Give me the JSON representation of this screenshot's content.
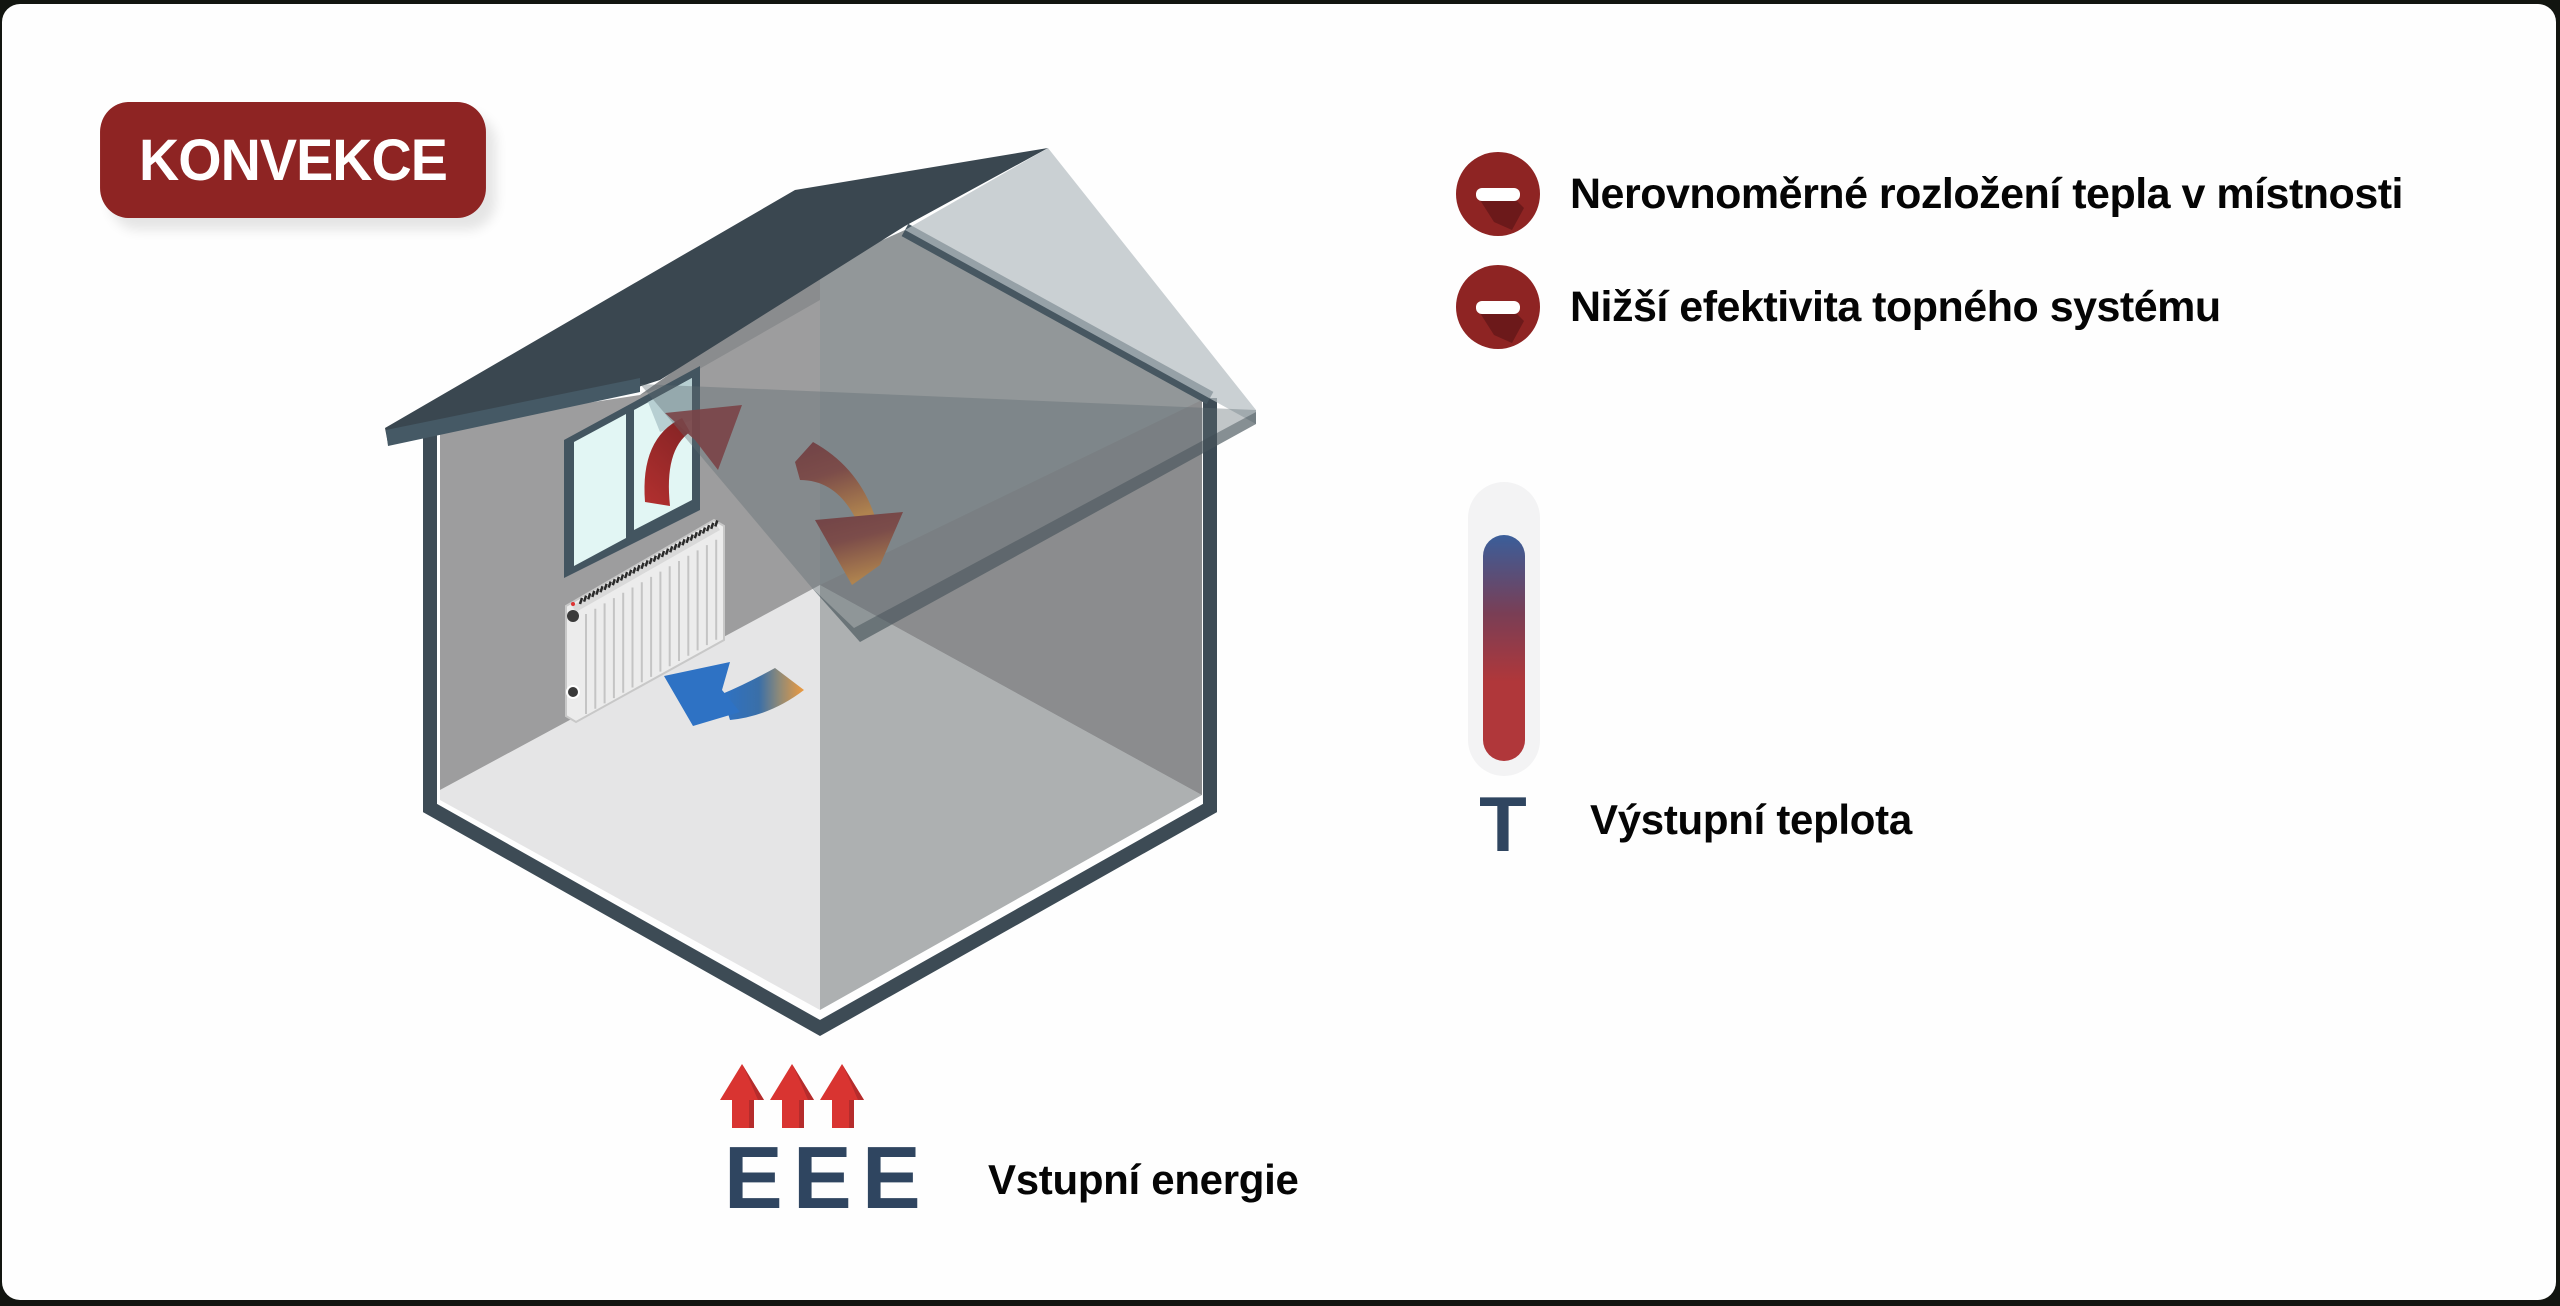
{
  "title": "KONVEKCE",
  "cons": [
    {
      "icon": "minus-circle-icon",
      "label": "Nerovnoměrné rozložení tepla v místnosti"
    },
    {
      "icon": "minus-circle-icon",
      "label": "Nižší efektivita topného systému"
    }
  ],
  "output_temperature": {
    "symbol": "T",
    "label": "Výstupní teplota",
    "gradient": [
      "#3a5e9a",
      "#b0373a"
    ]
  },
  "input_energy": {
    "symbols": [
      "E",
      "E",
      "E"
    ],
    "label": "Vstupní energie",
    "arrow_count": 3
  },
  "illustration": {
    "subject": "house-cutaway-with-radiator",
    "elements": [
      "roof",
      "window",
      "radiator",
      "warm-air-arrow",
      "falling-air-arrow",
      "cold-air-arrow",
      "glass-ceiling-plane"
    ]
  },
  "colors": {
    "accent": "#8e2423",
    "energy_arrow": "#d93431",
    "symbol_navy": "#2f4560",
    "roof": "#3a4750",
    "outline": "#435560"
  }
}
